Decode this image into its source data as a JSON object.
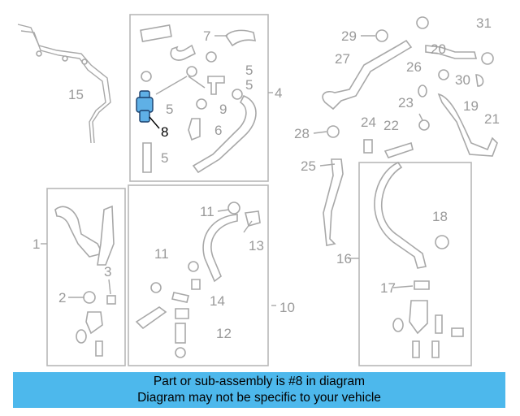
{
  "diagram": {
    "callouts": [
      "1",
      "2",
      "3",
      "4",
      "5",
      "5",
      "5",
      "5",
      "6",
      "7",
      "8",
      "9",
      "10",
      "11",
      "11",
      "12",
      "13",
      "14",
      "15",
      "16",
      "17",
      "18",
      "19",
      "20",
      "21",
      "22",
      "23",
      "24",
      "25",
      "26",
      "27",
      "28",
      "29",
      "30",
      "31"
    ],
    "highlighted_part": "8",
    "colors": {
      "highlight_part": "#5fb0e6",
      "line_gray": "#a8a8a8",
      "banner": "#4db8ec"
    }
  },
  "banner": {
    "line1": "Part or sub-assembly is #8 in diagram",
    "line2": "Diagram may not be specific to your vehicle"
  }
}
